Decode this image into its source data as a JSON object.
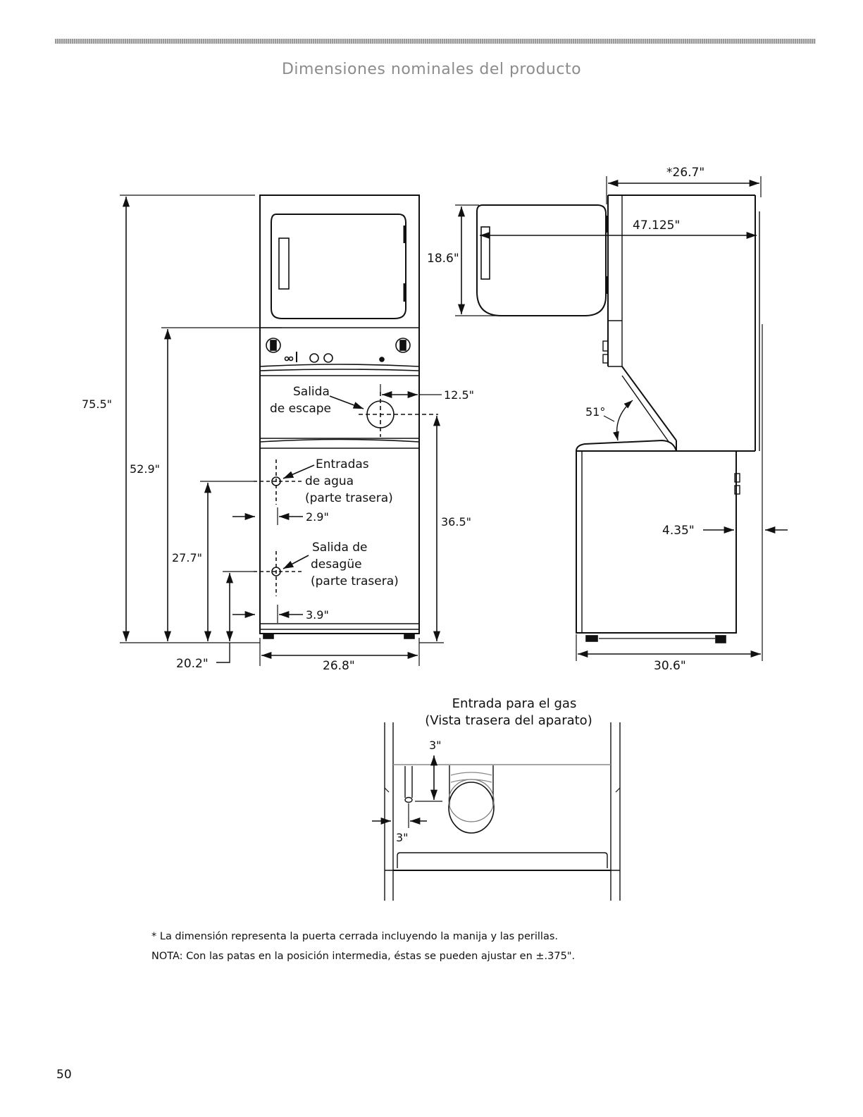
{
  "header": {
    "title": "Dimensiones nominales del producto"
  },
  "front_view": {
    "total_height": "75.5\"",
    "dryer_bottom_height": "52.9\"",
    "water_inlet_height": "27.7\"",
    "drain_height": "20.2\"",
    "width": "26.8\"",
    "exhaust_height": "36.5\"",
    "exhaust_offset": "12.5\"",
    "water_inlet_offset": "2.9\"",
    "drain_offset": "3.9\"",
    "exhaust_label_1": "Salida",
    "exhaust_label_2": "de escape",
    "water_label_1": "Entradas",
    "water_label_2": "de agua",
    "water_label_3": "(parte trasera)",
    "drain_label_1": "Salida de",
    "drain_label_2": "desagüe",
    "drain_label_3": "(parte trasera)"
  },
  "side_view": {
    "depth_door": "*26.7\"",
    "depth_open": "47.125\"",
    "door_height": "18.6\"",
    "angle": "51°",
    "offset": "4.35\"",
    "depth": "30.6\""
  },
  "gas_view": {
    "title_1": "Entrada para el gas",
    "title_2": "(Vista trasera del aparato)",
    "vertical": "3\"",
    "horizontal": "3\""
  },
  "footnotes": {
    "note_1": "* La dimensión representa la puerta cerrada incluyendo la manija y las perillas.",
    "note_2": "NOTA: Con las patas en la posición intermedia, éstas se pueden ajustar en ±.375\"."
  },
  "page": {
    "number": "50"
  }
}
